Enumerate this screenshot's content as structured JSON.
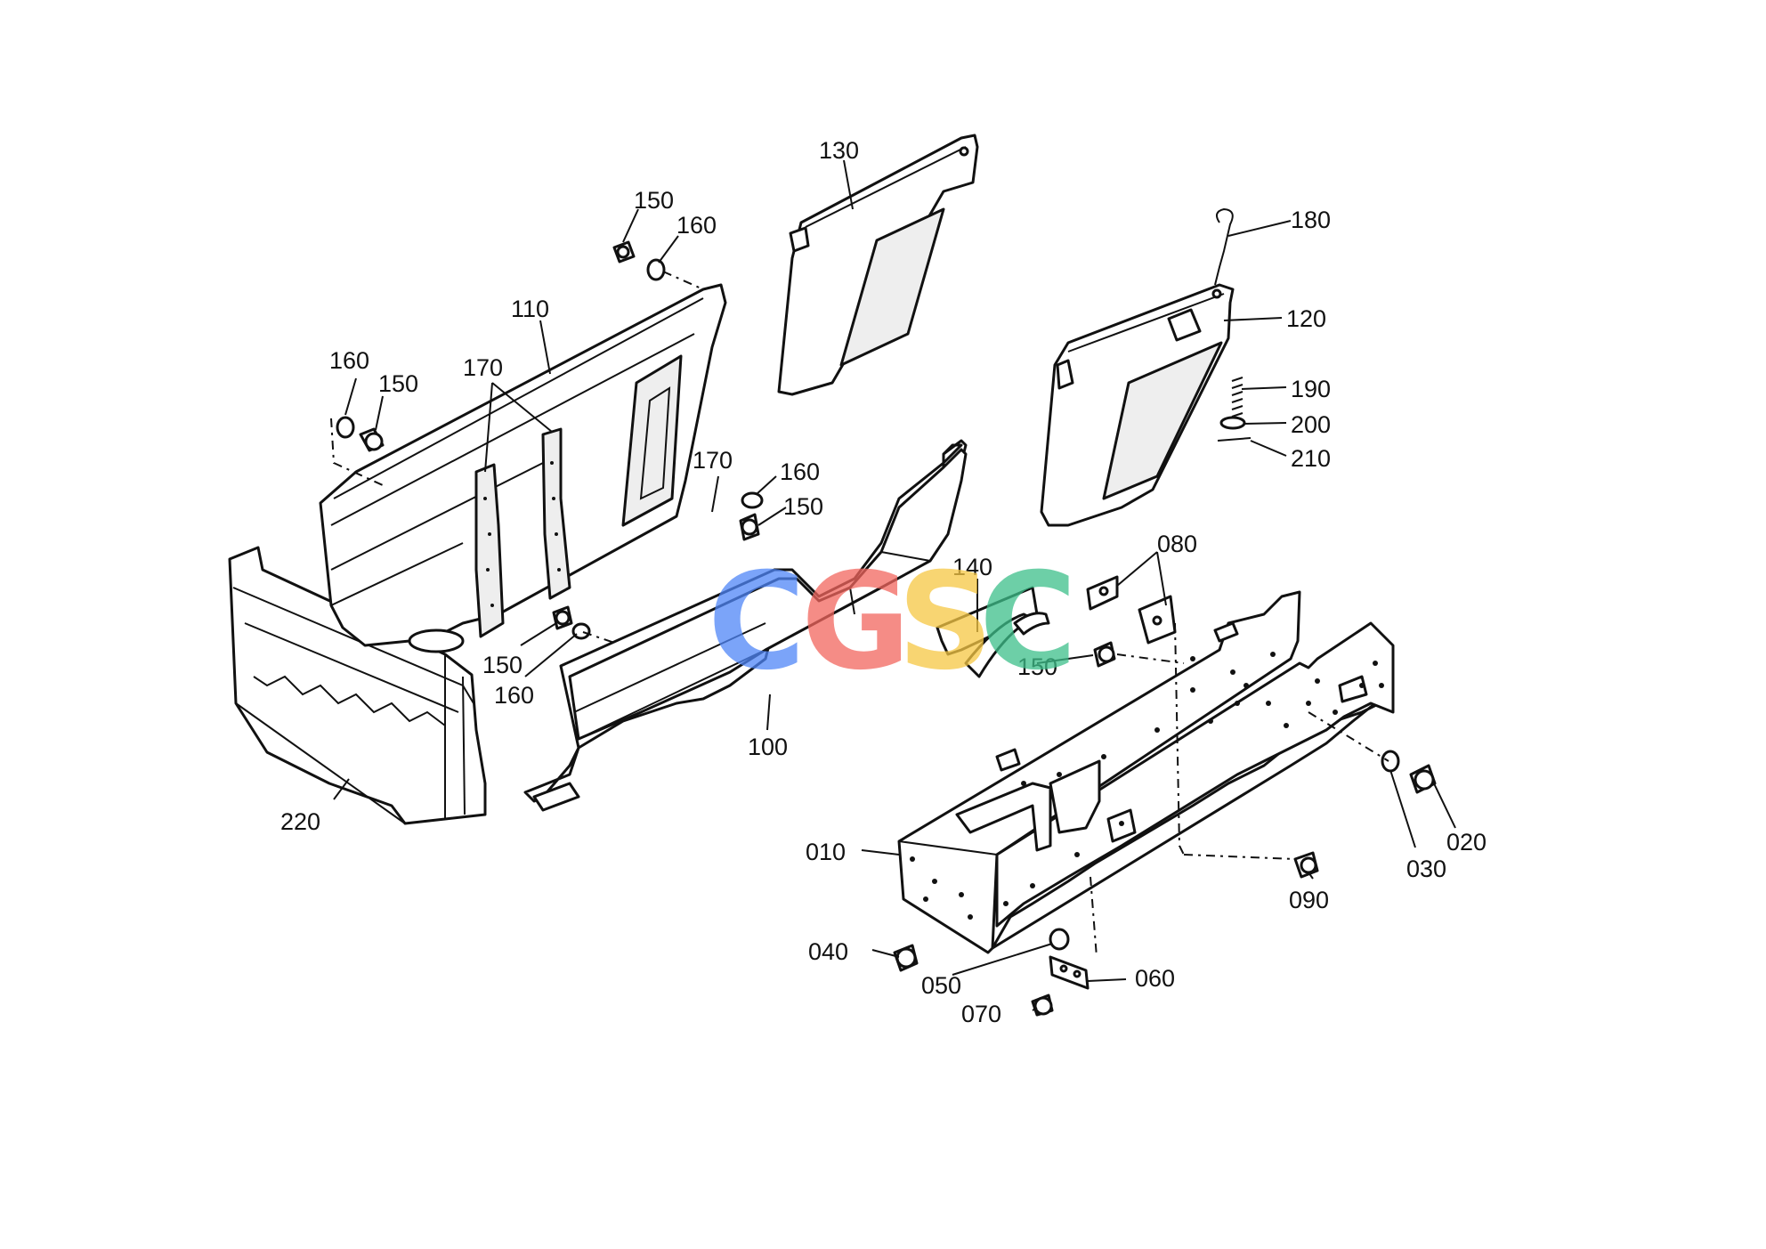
{
  "watermark": {
    "letters": [
      "C",
      "G",
      "S",
      "C"
    ],
    "colors": [
      "#4f86f7",
      "#f2665e",
      "#f6c744",
      "#3dbf8a"
    ]
  },
  "callouts": {
    "c010": "010",
    "c020": "020",
    "c030": "030",
    "c040": "040",
    "c050": "050",
    "c060": "060",
    "c070": "070",
    "c080": "080",
    "c090": "090",
    "c100": "100",
    "c110": "110",
    "c120": "120",
    "c130": "130",
    "c140": "140",
    "c150a": "150",
    "c160a": "160",
    "c160b": "160",
    "c150b": "150",
    "c170a": "170",
    "c170b": "170",
    "c160c": "160",
    "c150c": "150",
    "c150d": "150",
    "c160d": "160",
    "c150e": "150",
    "c180": "180",
    "c190": "190",
    "c200": "200",
    "c210": "210",
    "c220": "220"
  }
}
